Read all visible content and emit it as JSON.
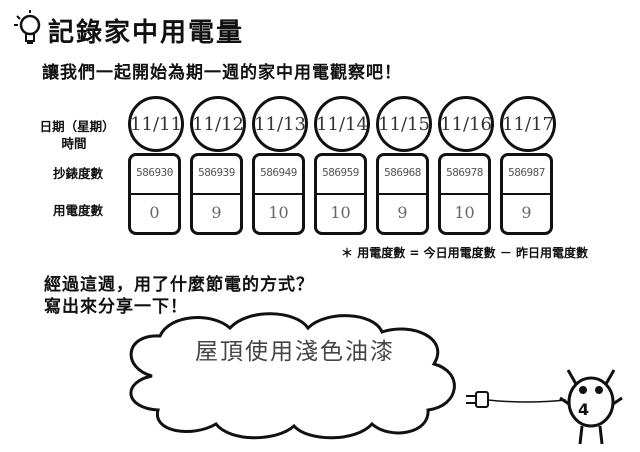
{
  "title": "記錄家中用電量",
  "intro": "讓我們一起開始為期一週的家中用電觀察吧！",
  "labels": {
    "date": "日期（星期）時間",
    "meter": "抄錶度數",
    "usage": "用電度數"
  },
  "days": [
    {
      "date": "11/11",
      "meter": "586930",
      "usage": "0"
    },
    {
      "date": "11/12",
      "meter": "586939",
      "usage": "9"
    },
    {
      "date": "11/13",
      "meter": "586949",
      "usage": "10"
    },
    {
      "date": "11/14",
      "meter": "586959",
      "usage": "10"
    },
    {
      "date": "11/15",
      "meter": "586968",
      "usage": "9"
    },
    {
      "date": "11/16",
      "meter": "586978",
      "usage": "10"
    },
    {
      "date": "11/17",
      "meter": "586987",
      "usage": "9"
    }
  ],
  "note": "＊ 用電度數 = 今日用電度數 － 昨日用電度數",
  "question": {
    "line1": "經過這週，用了什麼節電的方式？",
    "line2": "寫出來分享一下！"
  },
  "answer": "屋頂使用淺色油漆",
  "mascot": {
    "number": "4"
  }
}
